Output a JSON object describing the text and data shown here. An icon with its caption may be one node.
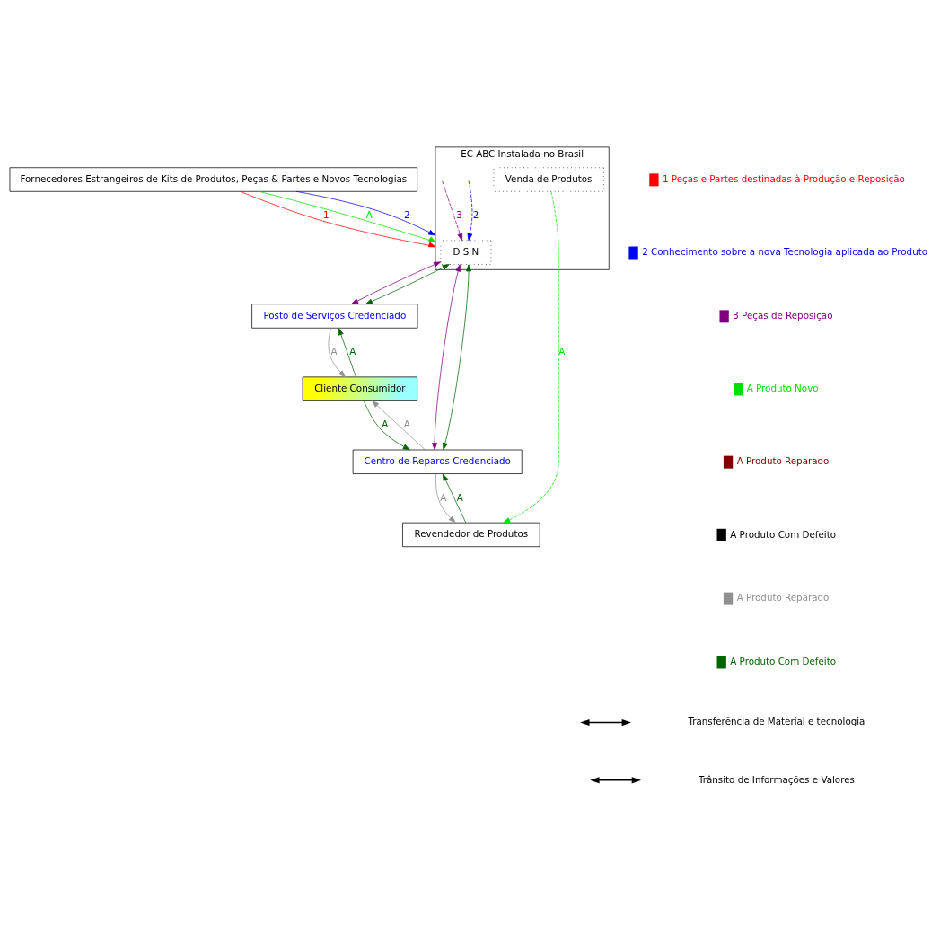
{
  "diagram": {
    "nodes": [
      {
        "text": [
          "Fornecedores Estrangeiros de Kits de Produtos, Peças & Partes e Novos Tecnologias"
        ]
      },
      {
        "text": [
          "EC ABC Instalada no Brasil"
        ]
      },
      {
        "text": [
          "D S N"
        ],
        "in": 1
      },
      {
        "text": [
          "Venda de Produtos"
        ],
        "in": 1
      },
      {
        "text": [
          "Posto de Serviços Credenciado"
        ]
      },
      {
        "text": [
          "Cliente Consumidor"
        ]
      },
      {
        "text": [
          "Centro de Reparos Credenciado"
        ]
      },
      {
        "text": [
          "Revendedor de Produtos"
        ]
      }
    ],
    "edges": [
      {
        "from": 0,
        "to": 1,
        "arrow": "to",
        "label": "1",
        "color": "#ff0000"
      },
      {
        "from": 0,
        "to": 1,
        "arrow": "to",
        "label": "A",
        "color": "#00e000"
      },
      {
        "from": 0,
        "to": 1,
        "arrow": "to",
        "label": "2",
        "color": "#0000ff"
      },
      {
        "from": null,
        "to": 2,
        "arrow": "to",
        "label": "3",
        "style": "dashed",
        "color": "#800080"
      },
      {
        "from": null,
        "to": 2,
        "arrow": "to",
        "label": "2",
        "style": "dashed",
        "color": "#0000ff"
      },
      {
        "from": 2,
        "to": 4,
        "arrow": "both",
        "color": "#800080"
      },
      {
        "from": 2,
        "to": 4,
        "arrow": "both",
        "color": "#006400"
      },
      {
        "from": 2,
        "to": 6,
        "arrow": "both",
        "color": "#800080"
      },
      {
        "from": 2,
        "to": 6,
        "arrow": "both",
        "color": "#006400"
      },
      {
        "from": 3,
        "to": 7,
        "arrow": "to",
        "label": "A",
        "style": "dashed",
        "color": "#00e000"
      },
      {
        "from": 4,
        "to": 5,
        "arrow": "to",
        "label": "A",
        "color": "#909090"
      },
      {
        "from": 5,
        "to": 4,
        "arrow": "to",
        "label": "A",
        "color": "#006400"
      },
      {
        "from": 6,
        "to": 5,
        "arrow": "to",
        "label": "A",
        "color": "#909090"
      },
      {
        "from": 5,
        "to": 6,
        "arrow": "to",
        "label": "A",
        "color": "#006400"
      },
      {
        "from": 7,
        "to": 6,
        "arrow": "to",
        "label": "A",
        "color": "#006400"
      },
      {
        "from": 6,
        "to": 7,
        "arrow": "to",
        "label": "A",
        "color": "#909090"
      }
    ],
    "legend": [
      {
        "text": "1 Peças e Partes destinadas à Produção e Reposição",
        "color": "#ff0000"
      },
      {
        "text": "2 Conhecimento sobre a nova Tecnologia aplicada ao Produto",
        "color": "#0000ff"
      },
      {
        "text": "3 Peças de Reposição",
        "color": "#800080"
      },
      {
        "text": "A Produto Novo",
        "color": "#00e000"
      },
      {
        "text": "A Produto Reparado",
        "color": "#800000"
      },
      {
        "text": "A Produto Com Defeito",
        "color": "#000000"
      },
      {
        "text": "A Produto Reparado",
        "color": "#909090"
      },
      {
        "text": "A Produto Com Defeito",
        "color": "#006400"
      },
      {
        "text": "Transferência de Material e tecnologia"
      },
      {
        "text": "Trânsito de Informações e Valores"
      }
    ]
  }
}
